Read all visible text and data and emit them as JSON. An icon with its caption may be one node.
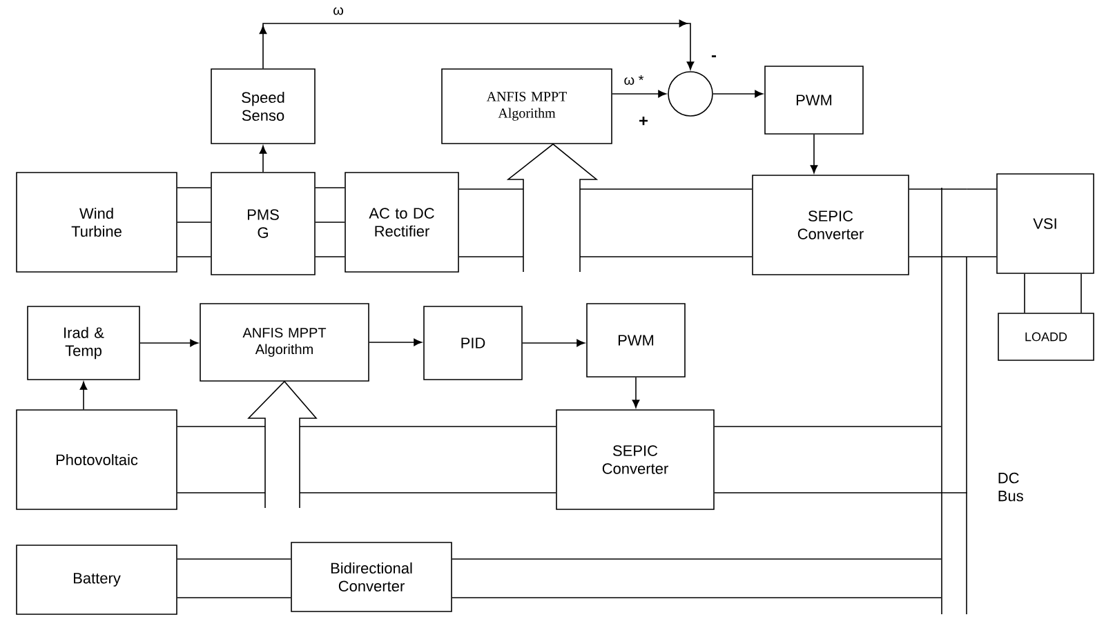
{
  "diagram": {
    "nodes": [
      {
        "text": [
          "Wind Turbine"
        ]
      },
      {
        "text": [
          "Speed Senso"
        ]
      },
      {
        "text": [
          "PMS G"
        ]
      },
      {
        "text": [
          "AC to DC Rectifier"
        ]
      },
      {
        "text": [
          "ANFIS MPPT Algorithm"
        ]
      },
      {
        "text": [],
        "shape": "circle"
      },
      {
        "text": [
          "PWM"
        ]
      },
      {
        "text": [
          "SEPIC Converter"
        ]
      },
      {
        "text": [
          "VSI"
        ]
      },
      {
        "text": [
          "LOADD"
        ]
      },
      {
        "text": [
          "Irad & Temp"
        ]
      },
      {
        "text": [
          "ANFIS MPPT Algorithm"
        ]
      },
      {
        "text": [
          "PID"
        ]
      },
      {
        "text": [
          "PWM"
        ]
      },
      {
        "text": [
          "SEPIC Converter"
        ]
      },
      {
        "text": [
          "Photovoltaic"
        ]
      },
      {
        "text": [
          "Battery"
        ]
      },
      {
        "text": [
          "Bidirectional Converter"
        ]
      },
      {
        "text": [
          "DC Bus"
        ]
      }
    ],
    "edges": [
      {
        "from": 0,
        "to": 2,
        "arrow": "none"
      },
      {
        "from": 2,
        "to": 3,
        "arrow": "none"
      },
      {
        "from": 2,
        "to": 1,
        "arrow": "to"
      },
      {
        "from": 1,
        "to": 5,
        "arrow": "to",
        "label": "ω"
      },
      {
        "from": 4,
        "to": 5,
        "arrow": "to",
        "label": "ω *"
      },
      {
        "from": 5,
        "to": 6,
        "arrow": "to"
      },
      {
        "from": 6,
        "to": 7,
        "arrow": "to"
      },
      {
        "from": 3,
        "to": 7,
        "arrow": "none"
      },
      {
        "from": null,
        "to": 4,
        "arrow": "to"
      },
      {
        "from": 7,
        "to": 18,
        "arrow": "none"
      },
      {
        "from": 18,
        "to": 8,
        "arrow": "none"
      },
      {
        "from": 8,
        "to": 9,
        "arrow": "none"
      },
      {
        "from": 15,
        "to": 10,
        "arrow": "to"
      },
      {
        "from": 10,
        "to": 11,
        "arrow": "to"
      },
      {
        "from": 11,
        "to": 12,
        "arrow": "to"
      },
      {
        "from": 12,
        "to": 13,
        "arrow": "to"
      },
      {
        "from": 13,
        "to": 14,
        "arrow": "to"
      },
      {
        "from": 15,
        "to": 14,
        "arrow": "none"
      },
      {
        "from": null,
        "to": 11,
        "arrow": "to"
      },
      {
        "from": 14,
        "to": 18,
        "arrow": "none"
      },
      {
        "from": 16,
        "to": 17,
        "arrow": "none"
      },
      {
        "from": 17,
        "to": 18,
        "arrow": "none"
      }
    ],
    "labels": [
      "-",
      "+"
    ]
  }
}
